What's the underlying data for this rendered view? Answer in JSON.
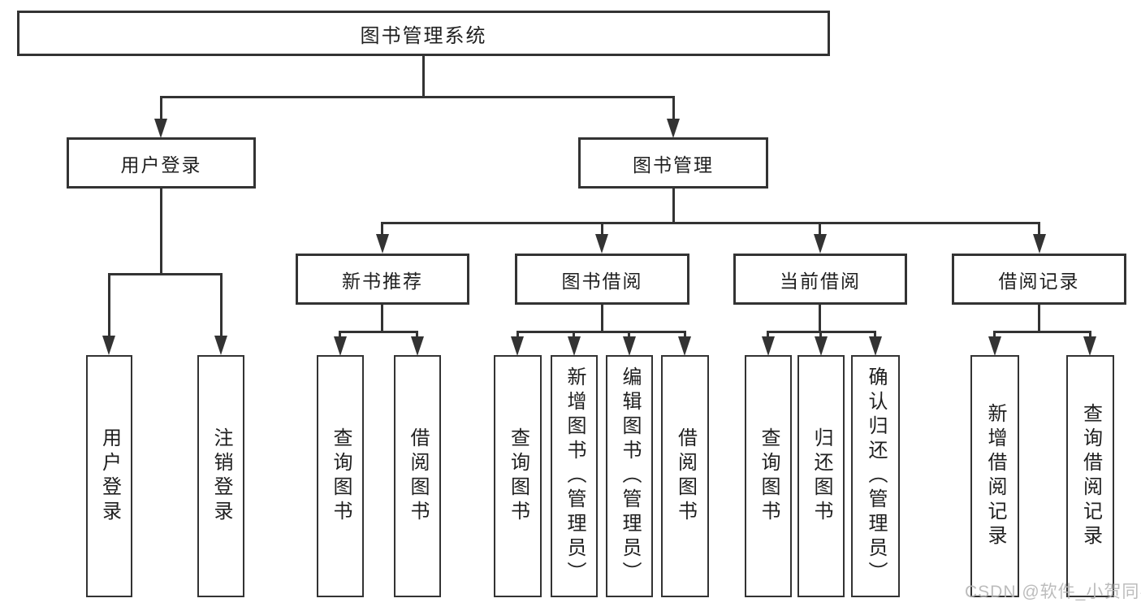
{
  "diagram": {
    "root": {
      "label": "图书管理系统"
    },
    "level2": [
      {
        "id": "user-login",
        "label": "用户登录"
      },
      {
        "id": "book-management",
        "label": "图书管理"
      }
    ],
    "level3": [
      {
        "id": "new-book-recommend",
        "label": "新书推荐"
      },
      {
        "id": "book-borrow",
        "label": "图书借阅"
      },
      {
        "id": "current-borrow",
        "label": "当前借阅"
      },
      {
        "id": "borrow-records",
        "label": "借阅记录"
      }
    ],
    "leaves": {
      "user_login": [
        "用户登录",
        "注销登录"
      ],
      "new_book": [
        "查询图书",
        "借阅图书"
      ],
      "book_borrow": [
        "查询图书",
        "新增图书（管理员）",
        "编辑图书（管理员）",
        "借阅图书"
      ],
      "current_borrow": [
        "查询图书",
        "归还图书",
        "确认归还（管理员）"
      ],
      "borrow_record": [
        "新增借阅记录",
        "查询借阅记录"
      ]
    }
  },
  "colors": {
    "line": "#333333",
    "watermark": "#b5b5b5"
  },
  "watermark": {
    "text": "CSDN @软件_小贺同学"
  }
}
